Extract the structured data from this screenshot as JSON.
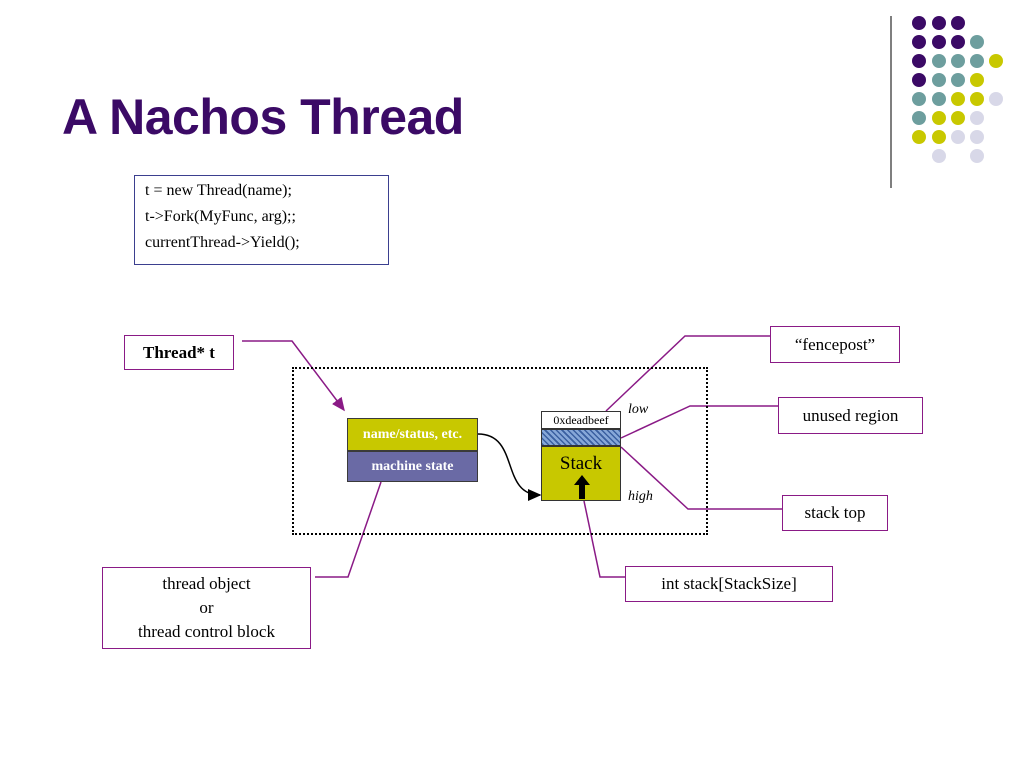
{
  "slide": {
    "title": "A Nachos Thread",
    "code_lines": [
      "t = new Thread(name);",
      "t->Fork(MyFunc, arg);;",
      "currentThread->Yield();"
    ]
  },
  "diagram": {
    "thread_ptr_label": "Thread* t",
    "object_fields": {
      "top": "name/status, etc.",
      "bottom": "machine state"
    },
    "stack": {
      "fencepost_value": "0xdeadbeef",
      "label": "Stack",
      "low_label": "low",
      "high_label": "high"
    },
    "callouts": {
      "fencepost": "“fencepost”",
      "unused_region": "unused region",
      "stack_top": "stack top",
      "stack_array": "int stack[StackSize]",
      "thread_object": [
        "thread object",
        "or",
        "thread control block"
      ]
    }
  },
  "theme": {
    "title_color": "#3b0a66",
    "callout_border": "#8a1a86",
    "stack_fill": "#c8c800",
    "machine_state_fill": "#6a6aa5",
    "dot_colors": [
      "#3b0a66",
      "#6d9e9e",
      "#c8c800",
      "#d8d8e8"
    ]
  }
}
